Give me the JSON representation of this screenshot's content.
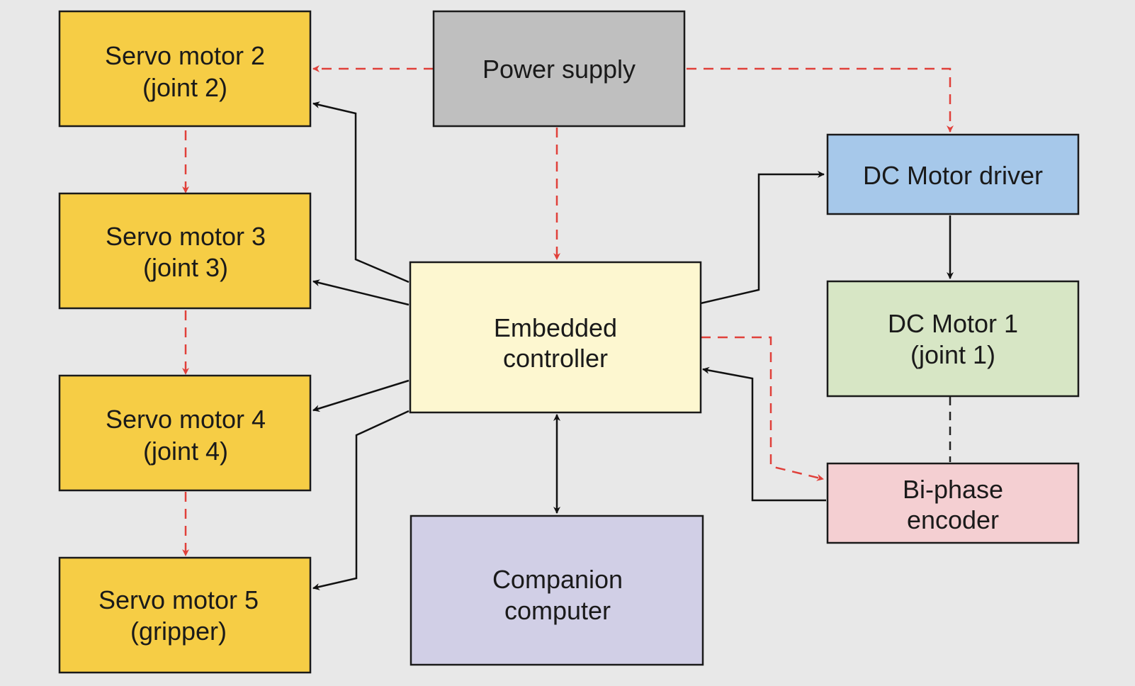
{
  "colors": {
    "background": "#e8e8e8",
    "servo": "#f6cd45",
    "power_supply": "#bfbfbf",
    "controller": "#fdf7d0",
    "dc_driver": "#a6c8ea",
    "dc_motor": "#d7e6c5",
    "encoder": "#f4cfd2",
    "companion": "#d1cfe6",
    "power_line": "#e0403a",
    "signal_line": "#111111"
  },
  "blocks": {
    "servo2": {
      "line1": "Servo motor 2",
      "line2": "(joint 2)"
    },
    "servo3": {
      "line1": "Servo motor 3",
      "line2": "(joint 3)"
    },
    "servo4": {
      "line1": "Servo motor 4",
      "line2": "(joint 4)"
    },
    "servo5": {
      "line1": "Servo motor 5",
      "line2": "(gripper)"
    },
    "power_supply": {
      "line1": "Power supply"
    },
    "embedded_controller": {
      "line1": "Embedded",
      "line2": "controller"
    },
    "companion_computer": {
      "line1": "Companion",
      "line2": "computer"
    },
    "dc_motor_driver": {
      "line1": "DC Motor driver"
    },
    "dc_motor_1": {
      "line1": "DC Motor 1",
      "line2": "(joint 1)"
    },
    "encoder": {
      "line1": "Bi-phase",
      "line2": "encoder"
    }
  }
}
